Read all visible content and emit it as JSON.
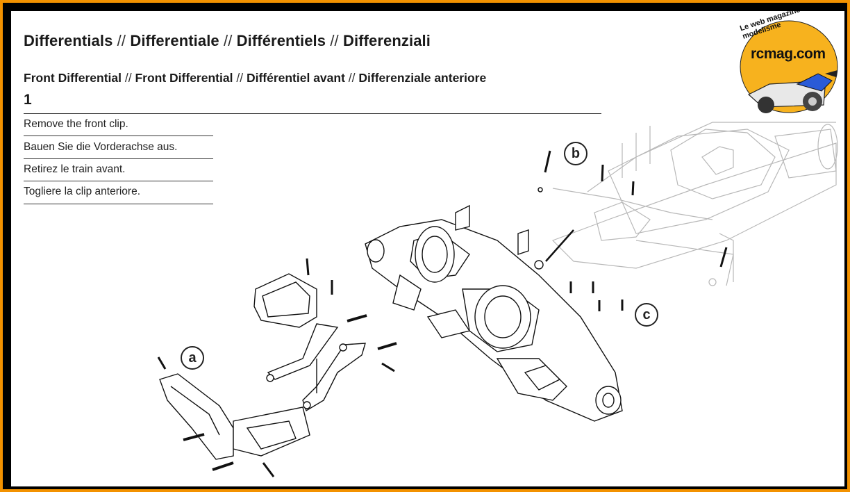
{
  "heading": {
    "parts": [
      "Differentials",
      "Differentiale",
      "Différentiels",
      "Differenziali"
    ],
    "separator": "//"
  },
  "subheading": {
    "parts": [
      "Front Differential",
      "Front Differential",
      "Différentiel avant",
      "Differenziale anteriore"
    ],
    "separator": "//"
  },
  "step_number": "1",
  "instructions": [
    "Remove the front clip.",
    "Bauen Sie die Vorderachse aus.",
    "Retirez le train avant.",
    "Togliere la clip anteriore."
  ],
  "callouts": {
    "a": "a",
    "b": "b",
    "c": "c"
  },
  "logo": {
    "name": "rcmag.com",
    "tagline": "Le web magazine du modelisme"
  },
  "colors": {
    "border_orange": "#f39200",
    "frame_black": "#000000",
    "logo_yellow": "#f7b21e"
  }
}
